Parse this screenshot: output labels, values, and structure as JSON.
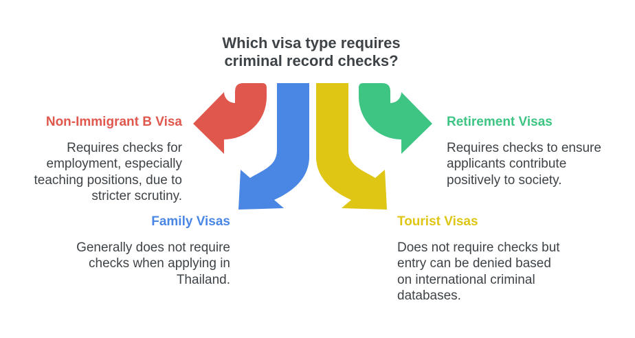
{
  "title": "Which visa type requires criminal record checks?",
  "text_color": "#3E4347",
  "sections": {
    "non_immigrant": {
      "label": "Non-Immigrant B Visa",
      "color": "#E0584D",
      "arrow_direction": "left",
      "lines": [
        "Requires checks for",
        "employment, especially",
        "teaching positions, due to",
        "stricter scrutiny."
      ]
    },
    "retirement": {
      "label": "Retirement Visas",
      "color": "#3EC483",
      "arrow_direction": "right",
      "lines": [
        "Requires checks to ensure",
        "applicants contribute",
        "positively to society."
      ]
    },
    "family": {
      "label": "Family Visas",
      "color": "#4A86E3",
      "arrow_direction": "down-left",
      "lines": [
        "Generally does not require",
        "checks when applying in",
        "Thailand."
      ]
    },
    "tourist": {
      "label": "Tourist Visas",
      "color": "#DFC514",
      "arrow_direction": "down-right",
      "lines": [
        "Does not require checks but",
        "entry can be denied based",
        "on international criminal",
        "databases."
      ]
    }
  }
}
